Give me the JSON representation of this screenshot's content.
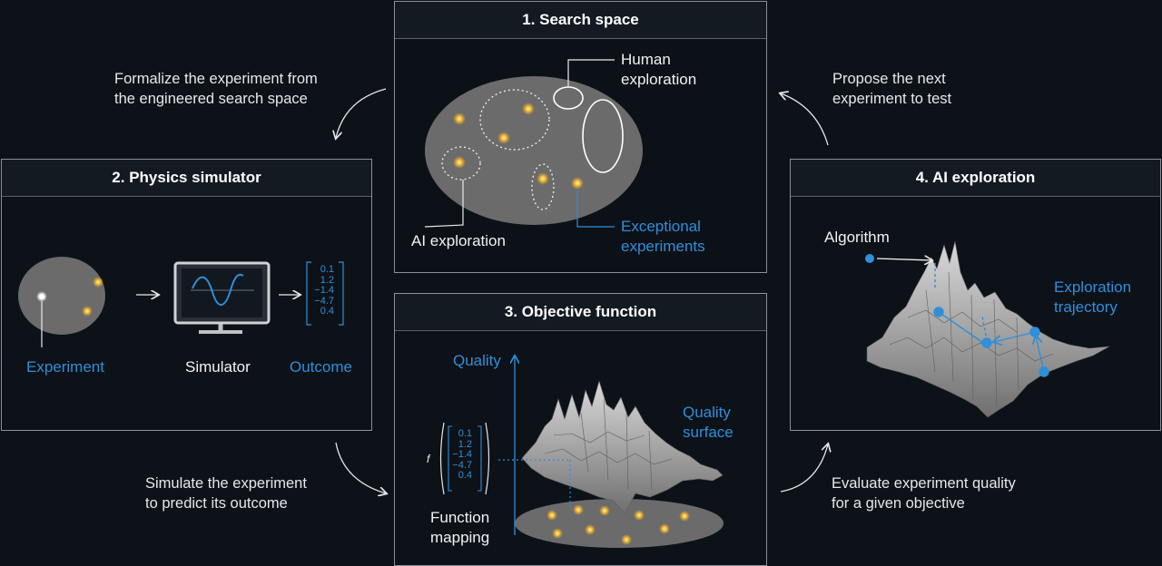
{
  "panels": {
    "search_space": {
      "title": "1. Search space"
    },
    "physics_simulator": {
      "title": "2. Physics simulator"
    },
    "objective_function": {
      "title": "3. Objective function"
    },
    "ai_exploration": {
      "title": "4. AI exploration"
    }
  },
  "captions": {
    "formalize": [
      "Formalize the experiment from",
      "the engineered search space"
    ],
    "propose": [
      "Propose the next",
      "experiment to test"
    ],
    "simulate": [
      "Simulate the experiment",
      "to predict its outcome"
    ],
    "evaluate": [
      "Evaluate experiment quality",
      "for a given objective"
    ]
  },
  "search_space": {
    "human_exploration": [
      "Human",
      "exploration"
    ],
    "ai_exploration": "AI exploration",
    "exceptional": [
      "Exceptional",
      "experiments"
    ]
  },
  "simulator": {
    "experiment": "Experiment",
    "simulator": "Simulator",
    "outcome": "Outcome",
    "vector": [
      "0.1",
      "1.2",
      "−1.4",
      "−4.7",
      "0.4"
    ]
  },
  "objective": {
    "quality": "Quality",
    "quality_surface": [
      "Quality",
      "surface"
    ],
    "function_mapping": [
      "Function",
      "mapping"
    ],
    "f": "f",
    "vector": [
      "0.1",
      "1.2",
      "−1.4",
      "−4.7",
      "0.4"
    ]
  },
  "ai_panel": {
    "algorithm": "Algorithm",
    "trajectory": [
      "Exploration",
      "trajectory"
    ]
  },
  "colors": {
    "background": "#0d1219",
    "panel_border": "#8b9097",
    "accent_blue": "#2f8fd8",
    "dot_orange": "#f5a623",
    "oval_gray": "#6b6b6b"
  }
}
